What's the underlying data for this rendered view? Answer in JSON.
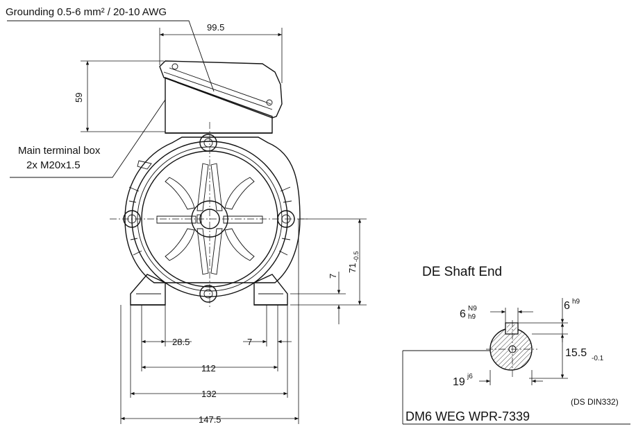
{
  "annotations": {
    "grounding": "Grounding 0.5-6 mm² / 20-10 AWG",
    "terminal_box_line1": "Main terminal box",
    "terminal_box_line2": "2x M20x1.5",
    "shaft_end_title": "DE Shaft End",
    "model": "DM6 WEG WPR-7339",
    "standard": "(DS DIN332)"
  },
  "dimensions": {
    "width_box": "99.5",
    "height_box": "59",
    "d_28_5": "28.5",
    "d_7_bottom": "7",
    "d_112": "112",
    "d_132": "132",
    "d_147_5": "147.5",
    "d_7_right": "7",
    "d_71": "71",
    "d_71_tol": "-0.5"
  },
  "shaft": {
    "key_width": "6",
    "key_width_sup": "N9",
    "key_width_sub": "h9",
    "key_height": "6",
    "key_height_sup": "h9",
    "height": "15.5",
    "height_tol": "-0.1",
    "diameter": "19",
    "diameter_tol": "j6"
  }
}
